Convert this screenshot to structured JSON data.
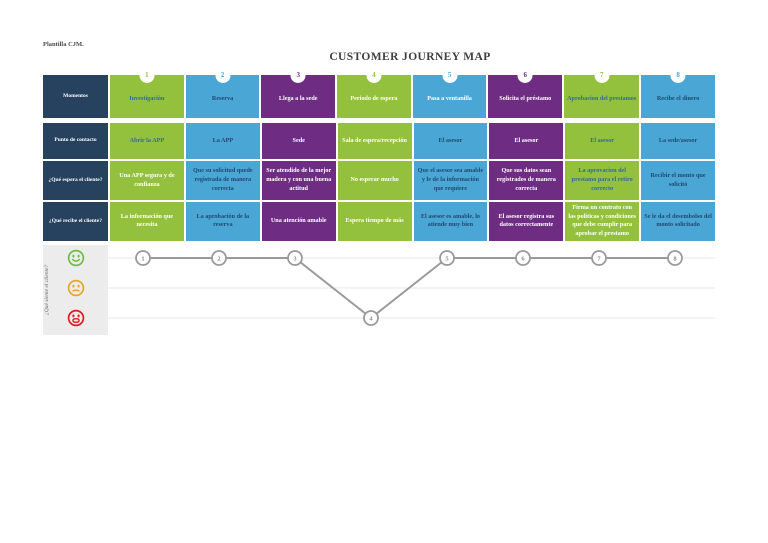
{
  "meta": {
    "doc_label": "Plantilla CJM.",
    "title": "CUSTOMER JOURNEY MAP"
  },
  "palette": {
    "navy": "#27425f",
    "green": "#94c13d",
    "blue": "#4aa7d5",
    "purple": "#6e2d83",
    "fg_dark": "#31699c",
    "fg_navy": "#20496e",
    "line": "#9a9a9a",
    "grid": "#e7e7e7",
    "happy": "#6cbf3f",
    "neutral": "#e5a823",
    "sad": "#e0191f"
  },
  "table": {
    "row_labels": {
      "moments": "Momentos",
      "touchpoint": "Punto de contacto",
      "expects": "¿Qué espera el cliente?",
      "receives": "¿Qué recibe el cliente?"
    },
    "steps": [
      {
        "num": "1",
        "label": "Investigación",
        "color": "green",
        "fg": "dark"
      },
      {
        "num": "2",
        "label": "Reserva",
        "color": "blue",
        "fg": "navy"
      },
      {
        "num": "3",
        "label": "Llega a la sede",
        "color": "purple",
        "fg": "white"
      },
      {
        "num": "4",
        "label": "Periodo de espera",
        "color": "green",
        "fg": "white"
      },
      {
        "num": "5",
        "label": "Pasa a ventanilla",
        "color": "blue",
        "fg": "white"
      },
      {
        "num": "6",
        "label": "Solicita el préstamo",
        "color": "purple",
        "fg": "white"
      },
      {
        "num": "7",
        "label": "Aprobacion del prestamos",
        "color": "green",
        "fg": "dark"
      },
      {
        "num": "8",
        "label": "Recibe el dinero",
        "color": "blue",
        "fg": "navy"
      }
    ],
    "rows": [
      {
        "name": "touchpoint",
        "cells": [
          {
            "text": "Abrir la APP",
            "color": "green",
            "fg": "dark"
          },
          {
            "text": "La APP",
            "color": "blue",
            "fg": "navy"
          },
          {
            "text": "Sede",
            "color": "purple",
            "fg": "white"
          },
          {
            "text": "Sala de espera/recepción",
            "color": "green",
            "fg": "white"
          },
          {
            "text": "El asesor",
            "color": "blue",
            "fg": "navy"
          },
          {
            "text": "El asesor",
            "color": "purple",
            "fg": "white"
          },
          {
            "text": "El asesor",
            "color": "green",
            "fg": "dark"
          },
          {
            "text": "La sede/asesor",
            "color": "blue",
            "fg": "navy"
          }
        ]
      },
      {
        "name": "expects",
        "cells": [
          {
            "text": "Una APP segura y de confianza",
            "color": "green",
            "fg": "white"
          },
          {
            "text": "Que su solicitud quede registrada de manera correcta",
            "color": "blue",
            "fg": "navy"
          },
          {
            "text": "Ser atendido de la mejor madera y con una buena actitud",
            "color": "purple",
            "fg": "white"
          },
          {
            "text": "No esperar mucho",
            "color": "green",
            "fg": "white"
          },
          {
            "text": "Que el asesor sea amable y le de la información que requiere",
            "color": "blue",
            "fg": "navy"
          },
          {
            "text": "Que sus datos sean registrados de manera correcta",
            "color": "purple",
            "fg": "white"
          },
          {
            "text": "La aprovacion del prestamo para el retiro correcto",
            "color": "green",
            "fg": "dark"
          },
          {
            "text": "Recibir el monto que solicitó",
            "color": "blue",
            "fg": "navy"
          }
        ]
      },
      {
        "name": "receives",
        "cells": [
          {
            "text": "La información que necesita",
            "color": "green",
            "fg": "white"
          },
          {
            "text": "La aprobación de la reserva",
            "color": "blue",
            "fg": "navy"
          },
          {
            "text": "Una atención amable",
            "color": "purple",
            "fg": "white"
          },
          {
            "text": "Espera tiempo de más",
            "color": "green",
            "fg": "white"
          },
          {
            "text": "El asesor es amable, lo atiende muy bien",
            "color": "blue",
            "fg": "navy"
          },
          {
            "text": "El asesor registra sus datos correctamente",
            "color": "purple",
            "fg": "white"
          },
          {
            "text": "Firma un contrato con las políticas y condiciones que debe cumplir para aprobar el prestamo",
            "color": "green",
            "fg": "white"
          },
          {
            "text": "Se le da el  desembolso del monto  solicitado",
            "color": "blue",
            "fg": "navy"
          }
        ]
      }
    ]
  },
  "emotion_section": {
    "ylabel": "¿Qué siente el cliente?",
    "faces": [
      {
        "name": "happy",
        "color": "#6cbf3f"
      },
      {
        "name": "neutral",
        "color": "#e5a823"
      },
      {
        "name": "sad",
        "color": "#e0191f"
      }
    ]
  },
  "chart_data": {
    "type": "line",
    "title": "",
    "xlabel": "",
    "ylabel": "¿Qué siente el cliente?",
    "x_categories": [
      "1",
      "2",
      "3",
      "4",
      "5",
      "6",
      "7",
      "8"
    ],
    "levels": [
      "happy",
      "happy",
      "happy",
      "sad",
      "happy",
      "happy",
      "happy",
      "happy"
    ],
    "level_scale_bottom_to_top": [
      "sad",
      "neutral",
      "happy"
    ],
    "grid": true,
    "legend": "none"
  }
}
